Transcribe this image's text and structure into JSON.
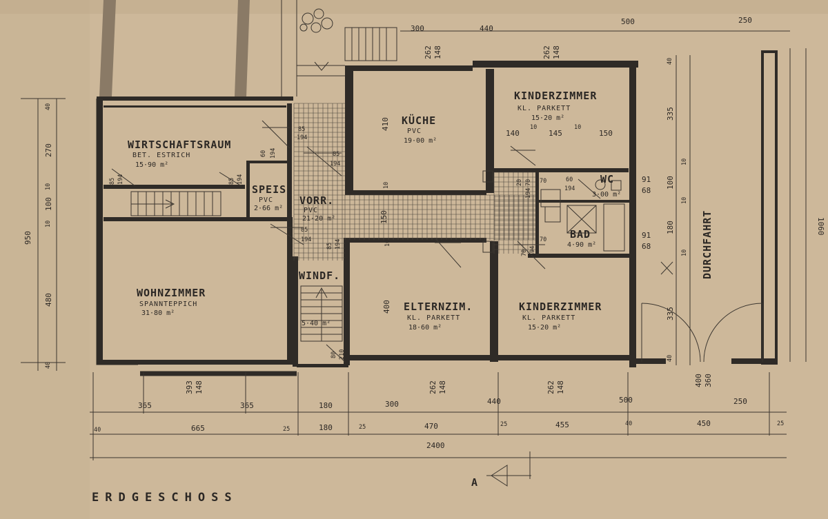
{
  "title": "ERDGESCHOSS",
  "north_arrow": "A",
  "rooms": {
    "wirtschaftsraum": {
      "name": "WIRTSCHAFTSRAUM",
      "floor": "BET. ESTRICH",
      "area": "15·90 m²"
    },
    "speis": {
      "name": "SPEIS",
      "floor": "PVC",
      "area": "2·66 m²"
    },
    "vorraum": {
      "name": "VORR.",
      "floor": "PVC",
      "area": "21·20 m²"
    },
    "kueche": {
      "name": "KÜCHE",
      "floor": "PVC",
      "area": "19·00 m²"
    },
    "kinderzimmer1": {
      "name": "KINDERZIMMER",
      "floor": "KL. PARKETT",
      "area": "15·20 m²"
    },
    "wc": {
      "name": "WC",
      "area": "3·00 m²"
    },
    "bad": {
      "name": "BAD",
      "area": "4·90 m²"
    },
    "wohnzimmer": {
      "name": "WOHNZIMMER",
      "floor": "SPANNTEPPICH",
      "area": "31·80 m²"
    },
    "windfang": {
      "name": "WINDF.",
      "area": "5·40 m²"
    },
    "elternzimmer": {
      "name": "ELTERNZIM.",
      "floor": "KL. PARKETT",
      "area": "18·60 m²"
    },
    "kinderzimmer2": {
      "name": "KINDERZIMMER",
      "floor": "KL. PARKETT",
      "area": "15·20 m²"
    },
    "durchfahrt": {
      "name": "DURCHFAHRT"
    }
  },
  "dims": {
    "top": [
      "300",
      "440",
      "500",
      "250"
    ],
    "top_win1": [
      "262",
      "148"
    ],
    "top_win2": [
      "262",
      "148"
    ],
    "left_total": "950",
    "left_segments": [
      "40",
      "270",
      "10",
      "100",
      "10",
      "480",
      "40"
    ],
    "right_total": "1060",
    "right_segments": [
      "40",
      "335",
      "10",
      "100",
      "10",
      "180",
      "10",
      "335",
      "40"
    ],
    "bottom_row1": [
      "365",
      "365",
      "180",
      "300",
      "440",
      "500",
      "250"
    ],
    "bottom_row2": [
      "40",
      "665",
      "25",
      "180",
      "25",
      "470",
      "25",
      "455",
      "40",
      "450",
      "25"
    ],
    "bottom_total": "2400",
    "bottom_win1": [
      "393",
      "148"
    ],
    "bottom_win2": [
      "262",
      "148"
    ],
    "bottom_win3": [
      "262",
      "148"
    ],
    "door_durchfahrt": [
      "400",
      "360"
    ]
  },
  "openings": {
    "door_wirtschaft_vorr": [
      "85",
      "194"
    ],
    "door_vorr_upper": [
      "85",
      "194"
    ],
    "door_speis": [
      "60",
      "194"
    ],
    "door_stair_left": [
      "85",
      "194"
    ],
    "door_stair_right": [
      "85",
      "194"
    ],
    "door_vorr_lower": [
      "85",
      "194"
    ],
    "door_vorr_eltern": [
      "85",
      "194"
    ],
    "door_windf": [
      "80",
      "210"
    ],
    "door_wc": [
      "60",
      "194"
    ],
    "door_bad_left": [
      "70",
      "194"
    ],
    "door_bad_lower": [
      "70",
      "194"
    ],
    "window_wc": [
      "91",
      "68"
    ],
    "window_bad": [
      "91",
      "68"
    ]
  },
  "inner": {
    "kueche_h": "410",
    "kueche_wall": "10",
    "vorr_w": "150",
    "eltern_h": "400",
    "eltern_wall": "10",
    "kinder_row": [
      "140",
      "10",
      "145",
      "10",
      "150"
    ],
    "wc_col": [
      "70"
    ],
    "bad_wall": "70",
    "bad_win": "20"
  }
}
